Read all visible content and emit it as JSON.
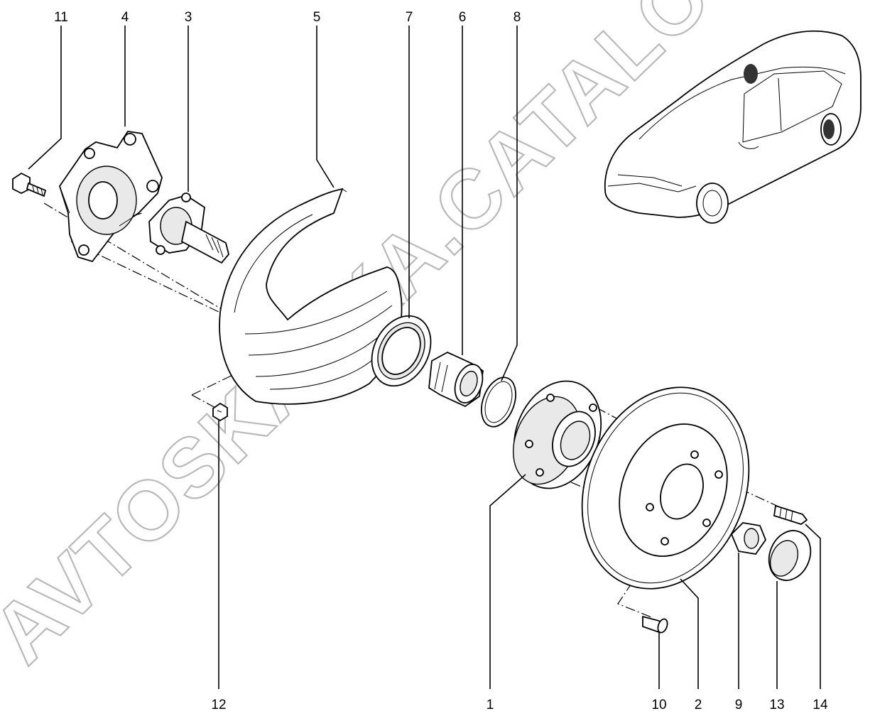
{
  "watermark": "AVTOSKAZKA.CATALOG.ONLINE",
  "callouts": [
    {
      "id": "11",
      "label": "11"
    },
    {
      "id": "4",
      "label": "4"
    },
    {
      "id": "3",
      "label": "3"
    },
    {
      "id": "5",
      "label": "5"
    },
    {
      "id": "7",
      "label": "7"
    },
    {
      "id": "6",
      "label": "6"
    },
    {
      "id": "8",
      "label": "8"
    },
    {
      "id": "12",
      "label": "12"
    },
    {
      "id": "1",
      "label": "1"
    },
    {
      "id": "10",
      "label": "10"
    },
    {
      "id": "2",
      "label": "2"
    },
    {
      "id": "9",
      "label": "9"
    },
    {
      "id": "13",
      "label": "13"
    },
    {
      "id": "14",
      "label": "14"
    }
  ]
}
